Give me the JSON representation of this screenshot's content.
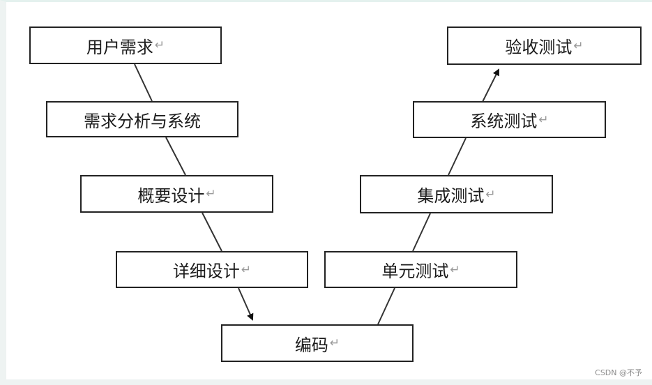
{
  "left_branch": {
    "user_requirements": "用户需求",
    "requirements_analysis": "需求分析与系统",
    "outline_design": "概要设计",
    "detailed_design": "详细设计"
  },
  "bottom": {
    "coding": "编码"
  },
  "right_branch": {
    "unit_test": "单元测试",
    "integration_test": "集成测试",
    "system_test": "系统测试",
    "acceptance_test": "验收测试"
  },
  "paragraph_mark": "↵",
  "watermark": "CSDN @不予",
  "colors": {
    "box_border": "#222222",
    "connector": "#333333",
    "text": "#1a1a1a",
    "frame_tint": "#eef3f2"
  }
}
